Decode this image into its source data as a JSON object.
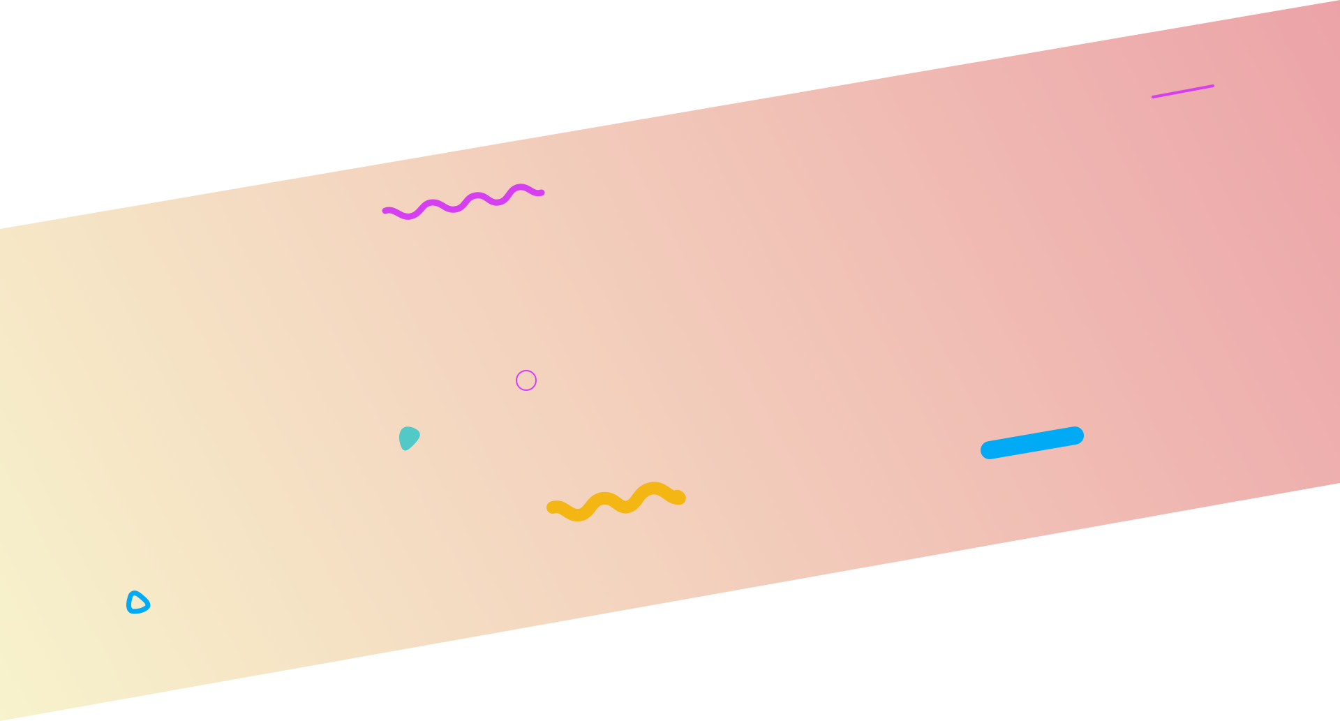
{
  "colors": {
    "background": "#ffffff",
    "band_gradient_start": "#f7f3cc",
    "band_gradient_mid": "#f3d0bd",
    "band_gradient_end": "#eca3a8",
    "magenta": "#d43ff0",
    "yellow": "#f3b612",
    "blue": "#00aaf5",
    "teal": "#53c9c7"
  },
  "shapes": [
    {
      "name": "diagonal-band",
      "kind": "band"
    },
    {
      "name": "magenta-squiggle-icon",
      "kind": "squiggle",
      "color": "magenta"
    },
    {
      "name": "magenta-ring-icon",
      "kind": "ring",
      "color": "magenta"
    },
    {
      "name": "teal-blob-icon",
      "kind": "blob",
      "color": "teal"
    },
    {
      "name": "yellow-squiggle-icon",
      "kind": "squiggle",
      "color": "yellow"
    },
    {
      "name": "blue-bar-icon",
      "kind": "pill",
      "color": "blue"
    },
    {
      "name": "blue-triangle-outline-icon",
      "kind": "triangle",
      "color": "blue"
    },
    {
      "name": "magenta-line-icon",
      "kind": "line",
      "color": "magenta"
    }
  ]
}
